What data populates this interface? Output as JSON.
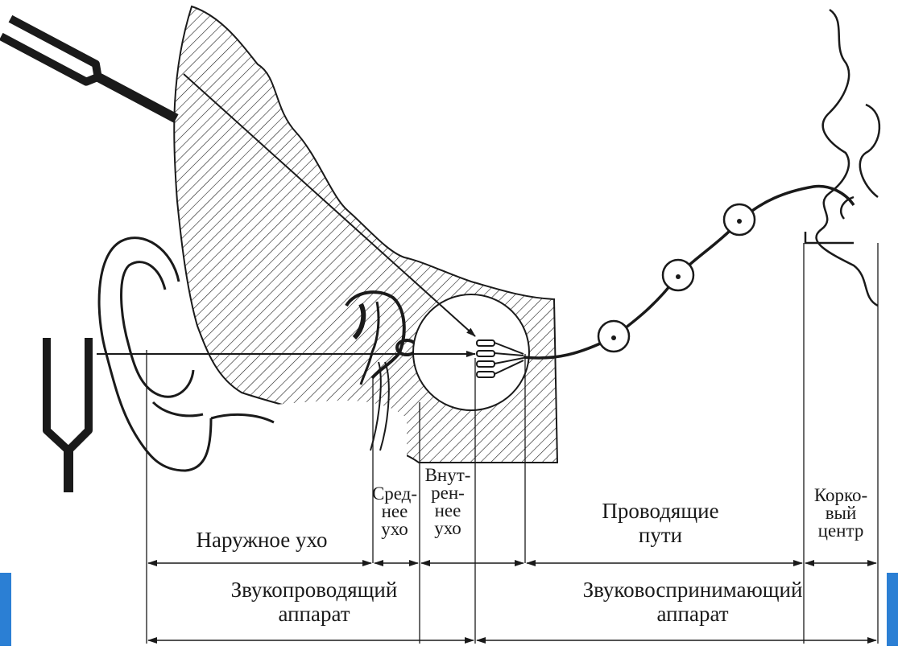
{
  "labels": {
    "outer_ear": "Наружное ухо",
    "middle_ear": [
      "Сред-",
      "нее",
      "ухо"
    ],
    "inner_ear": [
      "Внут-",
      "рен-",
      "нее",
      "ухо"
    ],
    "pathways": [
      "Проводящие",
      "пути"
    ],
    "cortical": [
      "Корко-",
      "вый",
      "центр"
    ],
    "conducting_apparatus": [
      "Звукопроводящий",
      "аппарат"
    ],
    "perceiving_apparatus": [
      "Звуковоспринимающий",
      "аппарат"
    ]
  },
  "colors": {
    "ink": "#1a1a1a",
    "paper": "#ffffff",
    "accent": "#2b7fd4"
  },
  "icons": [
    "tuning-fork-icon",
    "tuning-fork-icon",
    "ear-icon",
    "neuron-icon",
    "brain-cortex-icon"
  ]
}
